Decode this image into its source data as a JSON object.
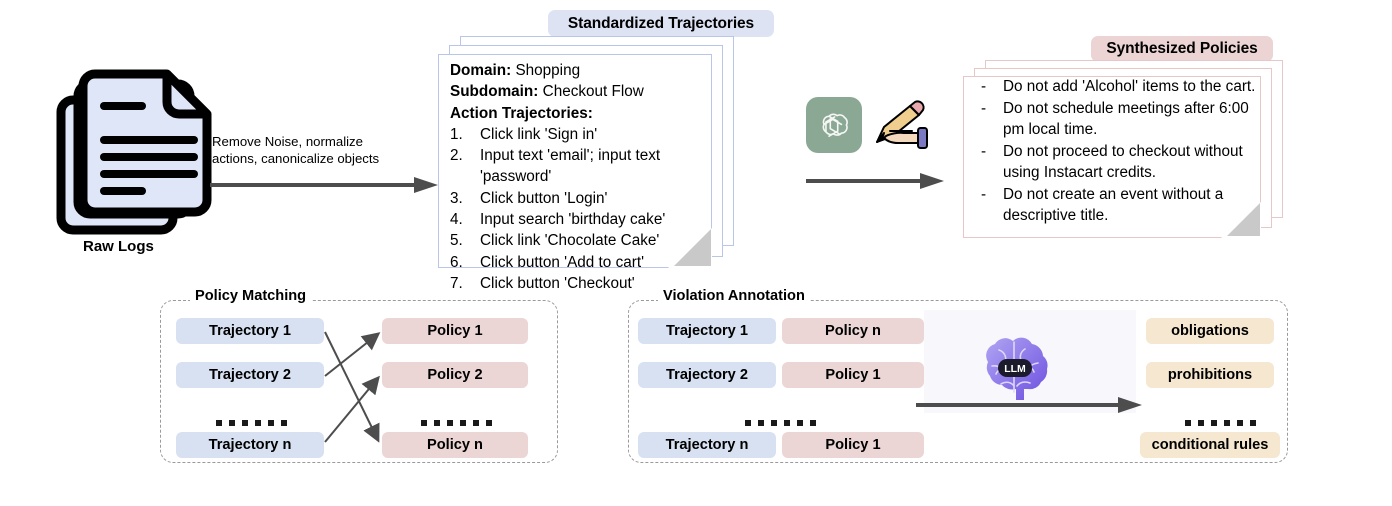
{
  "raw_logs": {
    "label": "Raw Logs",
    "icon": "documents-stack-icon"
  },
  "transform_arrow": {
    "label_line1": "Remove Noise, normalize",
    "label_line2": "actions, canonicalize objects",
    "icon": "right-arrow-icon"
  },
  "standardized_trajectories": {
    "title": "Standardized Trajectories",
    "domain_label": "Domain",
    "domain_value": "Shopping",
    "subdomain_label": "Subdomain",
    "subdomain_value": "Checkout Flow",
    "actions_label": "Action Trajectories",
    "actions": [
      {
        "num": "1.",
        "text": "Click link 'Sign in'"
      },
      {
        "num": "2.",
        "text": "Input text 'email'; input text 'password'"
      },
      {
        "num": "3.",
        "text": "Click button 'Login'"
      },
      {
        "num": "4.",
        "text": "Input search 'birthday cake'"
      },
      {
        "num": "5.",
        "text": "Click link 'Chocolate Cake'"
      },
      {
        "num": "6.",
        "text": "Click button 'Add to cart'"
      },
      {
        "num": "7.",
        "text": "Click button 'Checkout'"
      }
    ]
  },
  "synthesis": {
    "openai_icon": "openai-logo-icon",
    "writing_icon": "writing-hand-icon",
    "arrow_icon": "right-arrow-icon"
  },
  "synthesized_policies": {
    "title": "Synthesized Policies",
    "items": [
      {
        "dash": "-",
        "text": "Do not add 'Alcohol' items to the cart."
      },
      {
        "dash": "-",
        "text": "Do not schedule meetings after 6:00 pm local time."
      },
      {
        "dash": "-",
        "text": "Do not proceed to checkout without using Instacart credits."
      },
      {
        "dash": "-",
        "text": "Do not create an event without a descriptive title."
      }
    ]
  },
  "policy_matching": {
    "title": "Policy Matching",
    "trajectories": [
      "Trajectory 1",
      "Trajectory 2",
      "Trajectory n"
    ],
    "policies": [
      "Policy 1",
      "Policy 2",
      "Policy n"
    ],
    "ellipsis": "......",
    "links": [
      {
        "from": "Trajectory 1",
        "to": "Policy n"
      },
      {
        "from": "Trajectory 2",
        "to": "Policy 1"
      },
      {
        "from": "Trajectory n",
        "to": "Policy 2"
      }
    ]
  },
  "violation_annotation": {
    "title": "Violation Annotation",
    "pairs": [
      {
        "trajectory": "Trajectory 1",
        "policy": "Policy n"
      },
      {
        "trajectory": "Trajectory 2",
        "policy": "Policy 1"
      },
      {
        "trajectory": "Trajectory n",
        "policy": "Policy 1"
      }
    ],
    "ellipsis": "......",
    "llm_badge": "LLM",
    "llm_icon": "brain-icon",
    "arrow_icon": "right-arrow-icon",
    "outputs": [
      "obligations",
      "prohibitions",
      "conditional rules"
    ]
  },
  "colors": {
    "card_blue_border": "#b9c6e8",
    "card_pink_border": "#e6c8c8",
    "pill_blue": "#dde3f2",
    "pill_pink": "#ecd4d4",
    "chip_blue": "#d7e1f1",
    "chip_pink": "#ebd5d5",
    "chip_cream": "#f5e7d0",
    "openai_green": "#8ba894",
    "brain_purple": "#7b62e8",
    "arrow_gray": "#4d4d4d",
    "doc_fill": "#dfe6f8"
  }
}
